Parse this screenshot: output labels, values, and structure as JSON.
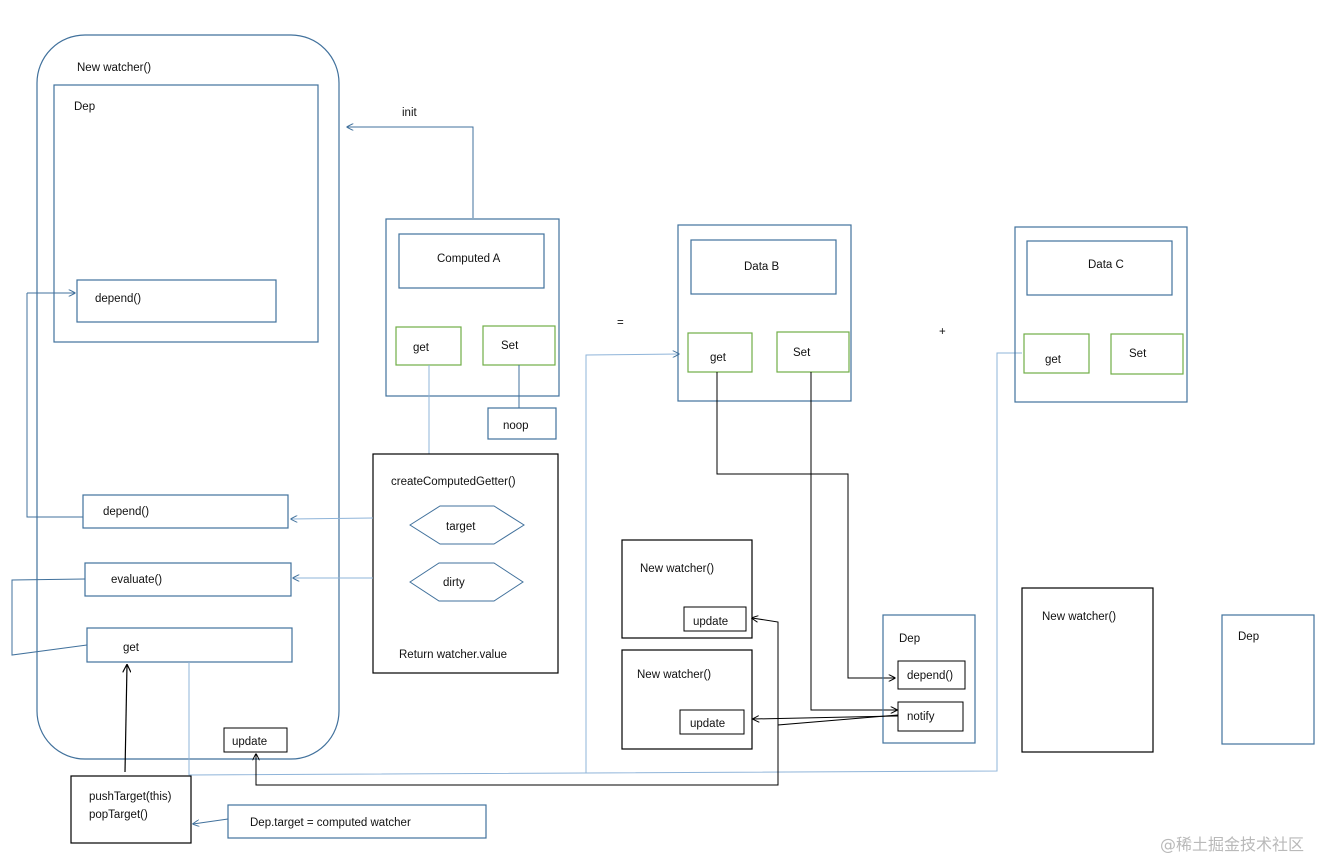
{
  "outer": {
    "title": "New watcher()",
    "dep_label": "Dep"
  },
  "left_methods": {
    "depend_inner": "depend()",
    "depend": "depend()",
    "evaluate": "evaluate()",
    "get": "get",
    "update": "update"
  },
  "init_label": "init",
  "computed": {
    "title": "Computed A",
    "get": "get",
    "set": "Set",
    "noop": "noop"
  },
  "getter": {
    "title": "createComputedGetter()",
    "target": "target",
    "dirty": "dirty",
    "return": "Return watcher.value"
  },
  "push_pop": {
    "line1": "pushTarget(this)",
    "line2": "popTarget()"
  },
  "dep_target": "Dep.target = computed watcher",
  "equals": "=",
  "plus": "+",
  "data_b": {
    "title": "Data B",
    "get": "get",
    "set": "Set"
  },
  "data_c": {
    "title": "Data C",
    "get": "get",
    "set": "Set"
  },
  "watcher1": {
    "title": "New watcher()",
    "update": "update"
  },
  "watcher2": {
    "title": "New watcher()",
    "update": "update"
  },
  "dep_b": {
    "title": "Dep",
    "depend": "depend()",
    "notify": "notify"
  },
  "watcher_c": {
    "title": "New watcher()"
  },
  "dep_c": {
    "title": "Dep"
  },
  "watermark": "@稀土掘金技术社区",
  "colors": {
    "blue": "#41719c",
    "green": "#70ad47",
    "black": "#000000",
    "light_blue": "#8fb4d9"
  }
}
